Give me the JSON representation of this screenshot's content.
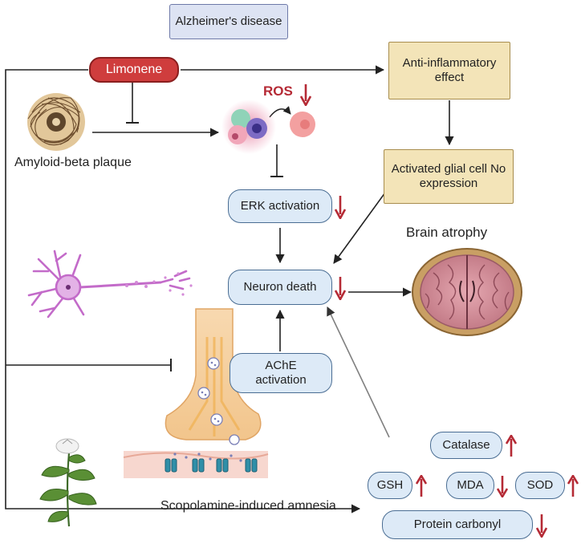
{
  "title": "Alzheimer's disease",
  "nodes": {
    "limonene": "Limonene",
    "anti_inflammatory": "Anti-inflammatory effect",
    "activated_glial": "Activated glial cell No expression",
    "erk": "ERK activation",
    "neuron_death": "Neuron death",
    "ache": "AChE activation",
    "catalase": "Catalase",
    "gsh": "GSH",
    "mda": "MDA",
    "sod": "SOD",
    "protein_carbonyl": "Protein carbonyl"
  },
  "labels": {
    "ros": "ROS",
    "amyloid": "Amyloid-beta plaque",
    "brain_atrophy": "Brain atrophy",
    "scopolamine": "Scopolamine-induced amnesia"
  },
  "indicators": {
    "ros": "down",
    "erk": "down",
    "neuron_death": "down",
    "catalase": "up",
    "gsh": "up",
    "mda": "down",
    "sod": "up",
    "protein_carbonyl": "down"
  },
  "colors": {
    "indicator": "#b52a35",
    "limonene": "#cf3d3d",
    "pill_fill": "#ddeaf7",
    "pill_border": "#4a6d93",
    "tan_fill": "#f3e4b8"
  }
}
